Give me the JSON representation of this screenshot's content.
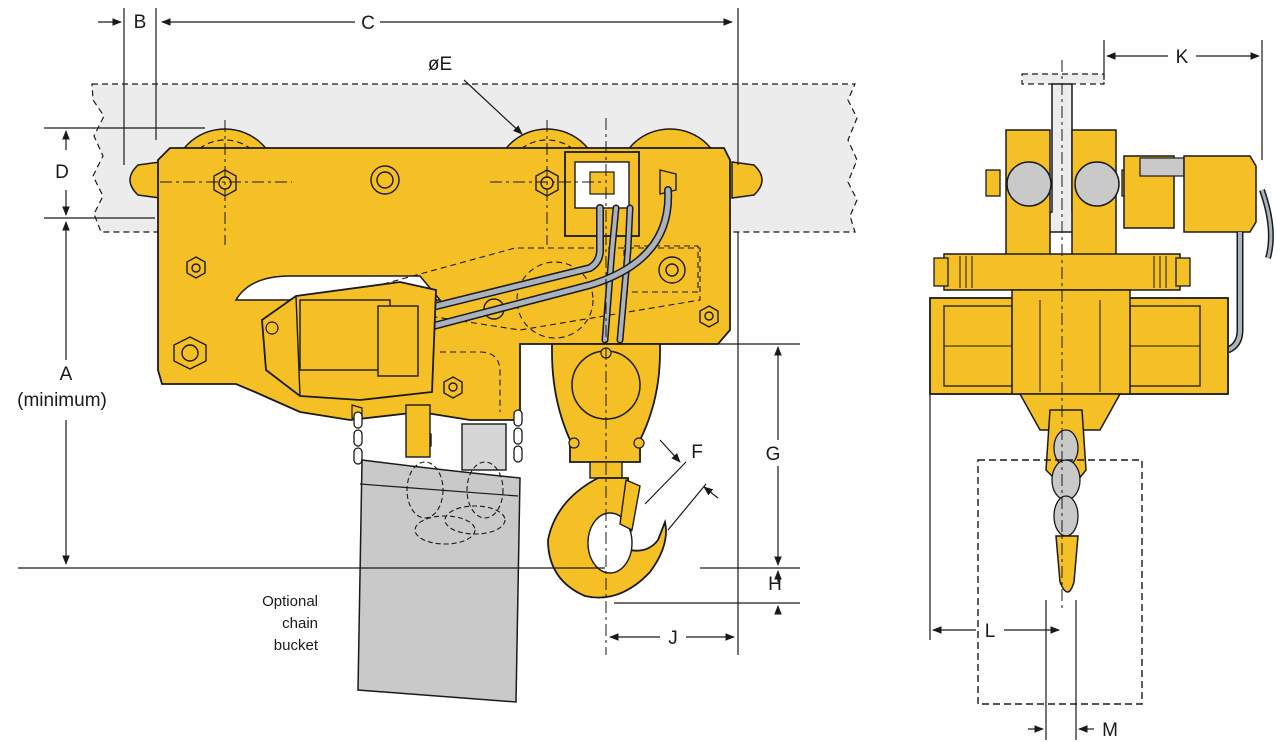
{
  "labels": {
    "a": "A",
    "a_note": "(minimum)",
    "b": "B",
    "c": "C",
    "d": "D",
    "e": "øE",
    "f": "F",
    "g": "G",
    "h": "H",
    "j": "J",
    "k": "K",
    "l": "L",
    "m": "M"
  },
  "bucket_caption": [
    "Optional",
    "chain",
    "bucket"
  ],
  "colors": {
    "hoist_yellow": "#f5c025",
    "outline": "#1a1a1a",
    "beam_fill": "#ececec",
    "bucket_fill": "#c9c9c9",
    "cable": "#a9b3bd"
  }
}
